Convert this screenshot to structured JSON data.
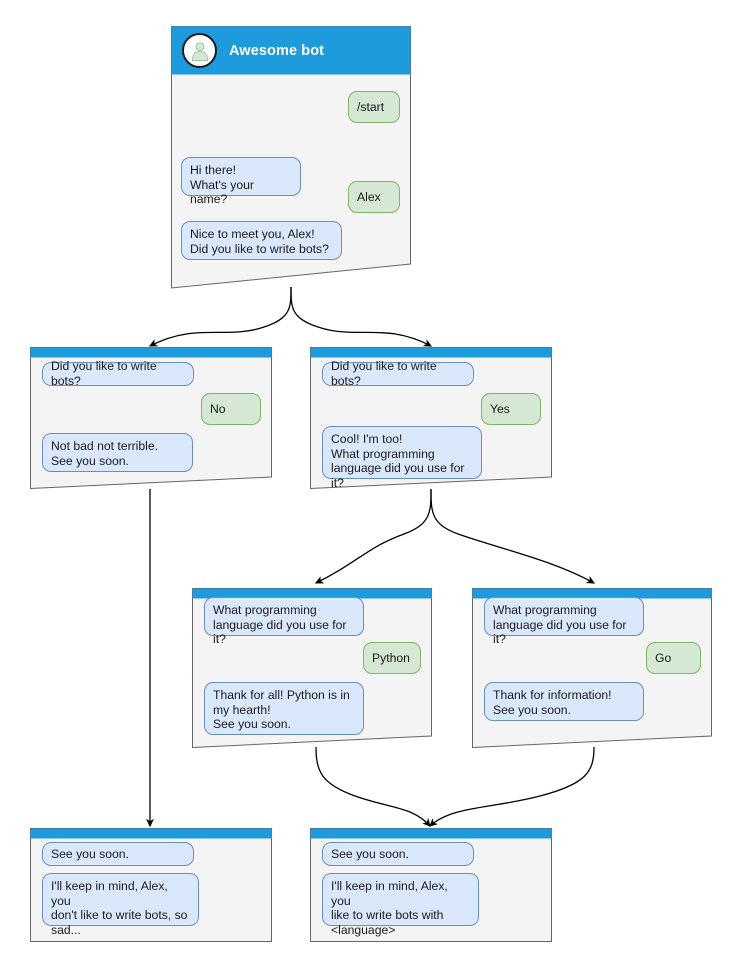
{
  "diagram": {
    "title": "Awesome bot chatbot conversation flow",
    "colors": {
      "header_blue": "#1e9bdd",
      "node_background": "#f4f4f4",
      "node_border": "#666666",
      "bot_bubble_fill": "#dae8fc",
      "bot_bubble_border": "#6c8ebf",
      "user_bubble_fill": "#d5e8d4",
      "user_bubble_border": "#82b366",
      "edge_stroke": "#000000",
      "avatar_fill": "#d5e8d4"
    }
  },
  "root": {
    "id": "root",
    "header": {
      "title": "Awesome bot",
      "avatar_icon": "user-avatar-icon"
    },
    "messages": [
      {
        "role": "user",
        "text": "/start"
      },
      {
        "role": "bot",
        "text": "Hi there!\nWhat's your name?"
      },
      {
        "role": "user",
        "text": "Alex"
      },
      {
        "role": "bot",
        "text": "Nice to meet you, Alex!\nDid you like to write bots?"
      }
    ]
  },
  "nodes": [
    {
      "id": "no-branch",
      "messages": [
        {
          "role": "bot",
          "text": "Did you like to write bots?"
        },
        {
          "role": "user",
          "text": "No"
        },
        {
          "role": "bot",
          "text": "Not bad not terrible.\nSee you soon."
        }
      ]
    },
    {
      "id": "yes-branch",
      "messages": [
        {
          "role": "bot",
          "text": "Did you like to write bots?"
        },
        {
          "role": "user",
          "text": "Yes"
        },
        {
          "role": "bot",
          "text": "Cool! I'm too!\nWhat programming\nlanguage did you use for it?"
        }
      ]
    },
    {
      "id": "python-branch",
      "messages": [
        {
          "role": "bot",
          "text": "What programming\nlanguage did you use for it?"
        },
        {
          "role": "user",
          "text": "Python"
        },
        {
          "role": "bot",
          "text": "Thank for all! Python is in\nmy hearth!\nSee you soon."
        }
      ]
    },
    {
      "id": "go-branch",
      "messages": [
        {
          "role": "bot",
          "text": "What programming\nlanguage did you use for it?"
        },
        {
          "role": "user",
          "text": "Go"
        },
        {
          "role": "bot",
          "text": "Thank for information!\nSee you soon."
        }
      ]
    },
    {
      "id": "end-no",
      "messages": [
        {
          "role": "bot",
          "text": "See you soon."
        },
        {
          "role": "bot",
          "text": "I'll keep in mind, Alex, you\ndon't like to write bots, so\nsad..."
        }
      ]
    },
    {
      "id": "end-yes",
      "messages": [
        {
          "role": "bot",
          "text": "See you soon."
        },
        {
          "role": "bot",
          "text": "I'll keep in mind, Alex, you\nlike to write bots with\n<language>"
        }
      ]
    }
  ]
}
